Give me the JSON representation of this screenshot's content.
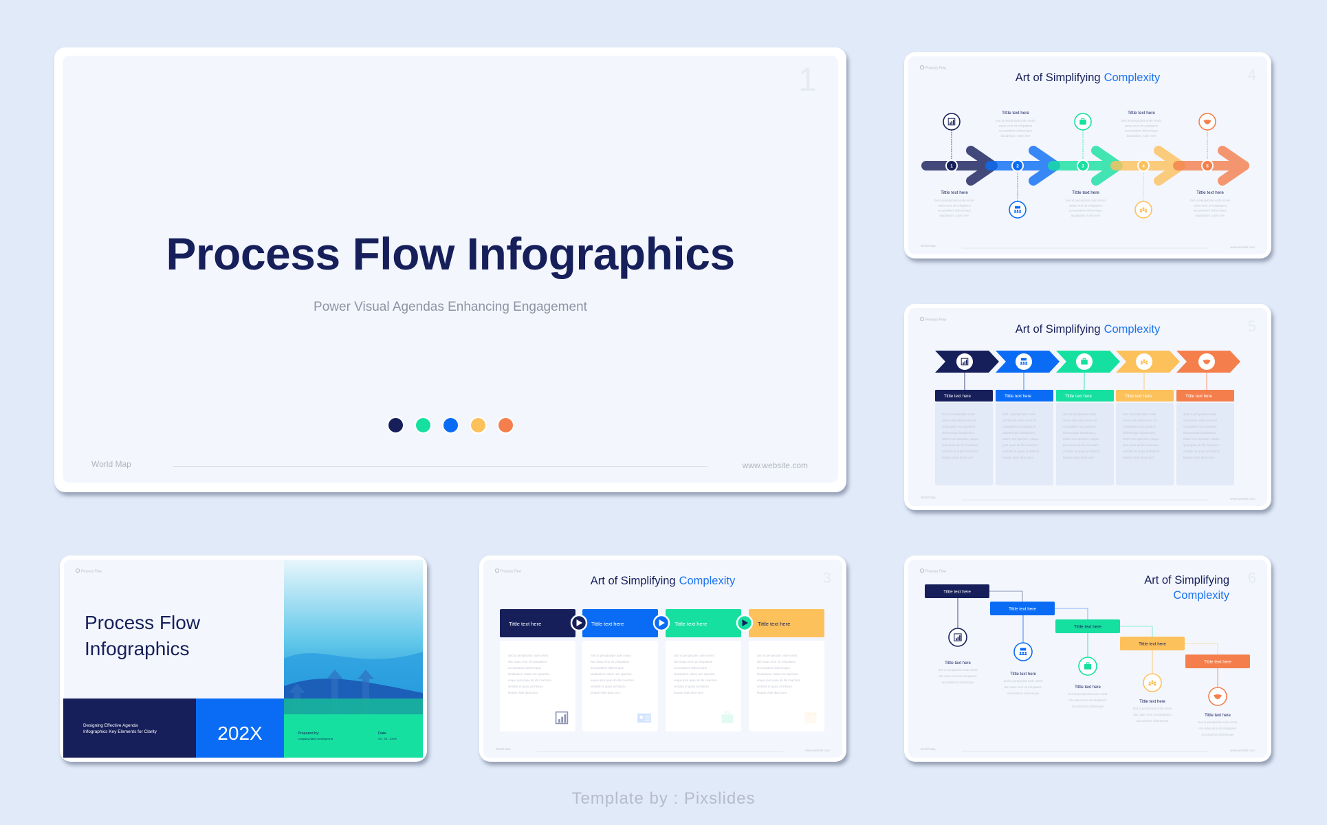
{
  "colors": {
    "navy": "#161f5a",
    "blue": "#0a6cf5",
    "green": "#16e0a0",
    "yellow": "#fdc15c",
    "orange": "#f47f4c",
    "title_accent": "#1a73f0"
  },
  "common": {
    "brand": "Process Flow",
    "footer_left": "World Map",
    "footer_right": "www.website.com"
  },
  "credit": "Template by : Pixslides",
  "slide1": {
    "number": "1",
    "title": "Process Flow Infographics",
    "subtitle": "Power Visual Agendas Enhancing Engagement",
    "footer_left": "World Map",
    "footer_right": "www.website.com"
  },
  "slide2": {
    "brand": "Process Flow",
    "title_line1": "Process Flow",
    "title_line2": "Infographics",
    "tagline_line1": "Designing Effective Agenda",
    "tagline_line2": "Infographics Key Elements for Clarity",
    "year": "202X",
    "prepared_label": "Prepared by:",
    "prepared_value": "Company Name Development",
    "date_label": "Date.",
    "date_value": "XX - XX - XXXX"
  },
  "slide3": {
    "number": "3",
    "title_main": "Art of Simplifying",
    "title_accent": "Complexity",
    "steps": [
      {
        "title": "Tittle text here",
        "icon": "chart"
      },
      {
        "title": "Tittle text here",
        "icon": "id-card"
      },
      {
        "title": "Tittle text here",
        "icon": "briefcase"
      },
      {
        "title": "Tittle text here",
        "icon": "calendar"
      }
    ],
    "body": [
      "Sed ut perspiciatis unde omnis",
      "iste natus error sit voluptatem",
      "accusantium doloremque",
      "laudantium, totam rem aperiam,",
      "eaque ipsa quae ab illo inventore",
      "veritatis et quasi architecto",
      "beatae vitae dicta sunt"
    ]
  },
  "slide4": {
    "number": "4",
    "title_main": "Art of Simplifying",
    "title_accent": "Complexity",
    "steps": [
      {
        "num": "1",
        "title": "Tittle text here",
        "icon": "chart"
      },
      {
        "num": "2",
        "title": "Tittle text here",
        "icon": "presentation"
      },
      {
        "num": "3",
        "title": "Tittle text here",
        "icon": "briefcase"
      },
      {
        "num": "4",
        "title": "Tittle text here",
        "icon": "team"
      },
      {
        "num": "5",
        "title": "Tittle text here",
        "icon": "handshake"
      }
    ],
    "body": [
      "Sed ut perspiciatis unde omnis",
      "natus error sit voluptatem",
      "accusantium doloremque",
      "laudantium, totam rem"
    ]
  },
  "slide5": {
    "number": "5",
    "title_main": "Art of Simplifying",
    "title_accent": "Complexity",
    "steps": [
      {
        "title": "Tittle text here",
        "icon": "chart"
      },
      {
        "title": "Tittle text here",
        "icon": "presentation"
      },
      {
        "title": "Tittle text here",
        "icon": "briefcase"
      },
      {
        "title": "Tittle text here",
        "icon": "team"
      },
      {
        "title": "Tittle text here",
        "icon": "handshake"
      }
    ],
    "body": [
      "Sed ut perspiciatis unde",
      "omnis iste natus error sit",
      "voluptatem accusantium",
      "doloremque laudantium,",
      "totam rem aperiam, eaque",
      "ipsa quae ab illo inventore",
      "veritatis et quasi architecto",
      "beatae vitae dicta sunt"
    ]
  },
  "slide6": {
    "number": "6",
    "title_main": "Art of Simplifying",
    "title_accent": "Complexity",
    "steps": [
      {
        "box": "Tittle text here",
        "title": "Tittle text here",
        "icon": "chart"
      },
      {
        "box": "Tittle text here",
        "title": "Tittle text here",
        "icon": "presentation"
      },
      {
        "box": "Tittle text here",
        "title": "Tittle text here",
        "icon": "briefcase"
      },
      {
        "box": "Tittle text here",
        "title": "Tittle text here",
        "icon": "team"
      },
      {
        "box": "Tittle text here",
        "title": "Tittle text here",
        "icon": "handshake"
      }
    ],
    "body": [
      "Sed ut perspiciatis unde omnis",
      "iste natus error sit voluptatem",
      "accusantium doloremque"
    ]
  }
}
